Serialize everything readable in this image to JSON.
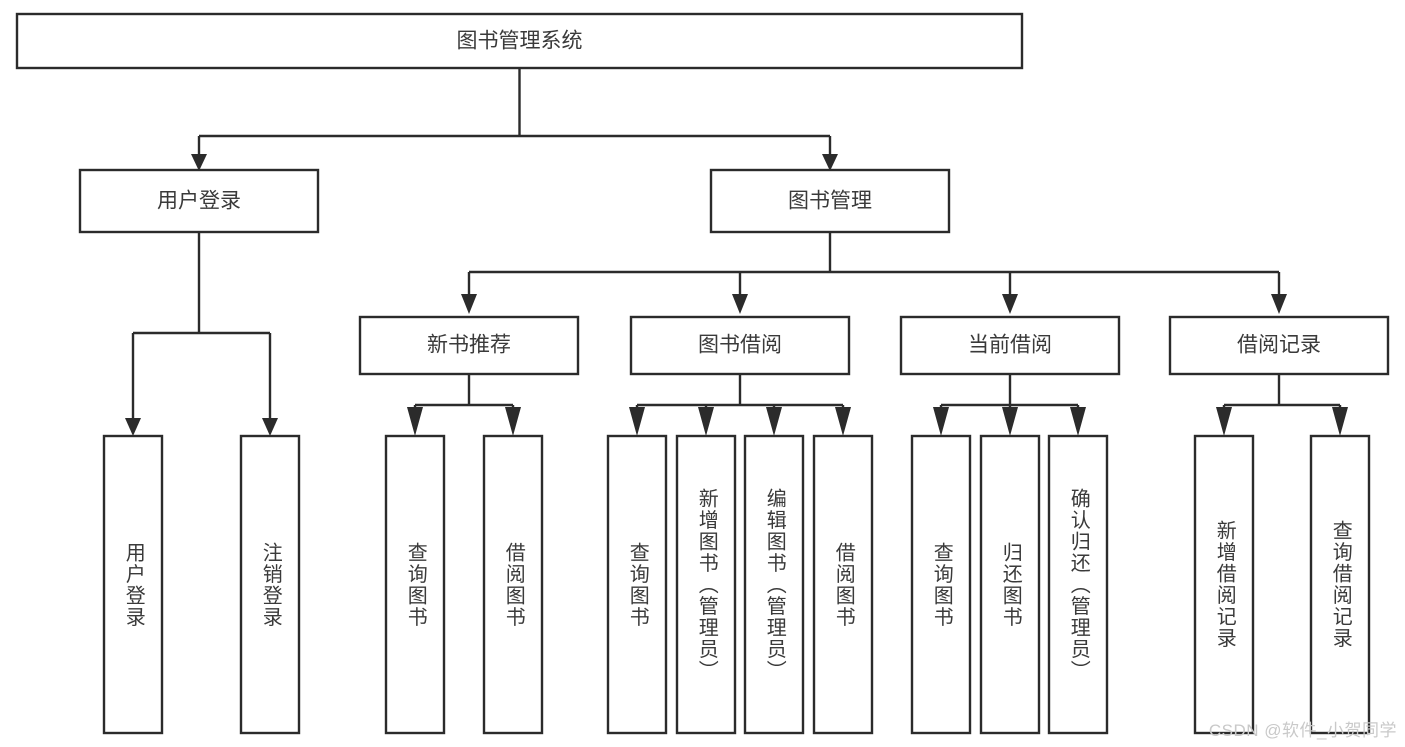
{
  "diagram": {
    "title": "图书管理系统",
    "type": "tree-hierarchy-diagram",
    "colors": {
      "box_border": "#2b2b2b",
      "box_fill": "#ffffff",
      "text": "#3a3a3a",
      "connector": "#2b2b2b",
      "watermark": "#c9c9c9",
      "background": "#ffffff"
    },
    "root": {
      "label": "图书管理系统"
    },
    "level2": [
      {
        "label": "用户登录"
      },
      {
        "label": "图书管理"
      }
    ],
    "level3": [
      {
        "label": "新书推荐"
      },
      {
        "label": "图书借阅"
      },
      {
        "label": "当前借阅"
      },
      {
        "label": "借阅记录"
      }
    ],
    "leaves": {
      "user_login": [
        {
          "label": "用户登录"
        },
        {
          "label": "注销登录"
        }
      ],
      "new_book_recommend": [
        {
          "label": "查询图书"
        },
        {
          "label": "借阅图书"
        }
      ],
      "book_borrow": [
        {
          "label": "查询图书"
        },
        {
          "label": "新增图书（管理员）"
        },
        {
          "label": "编辑图书（管理员）"
        },
        {
          "label": "借阅图书"
        }
      ],
      "current_borrow": [
        {
          "label": "查询图书"
        },
        {
          "label": "归还图书"
        },
        {
          "label": "确认归还（管理员）"
        }
      ],
      "borrow_record": [
        {
          "label": "新增借阅记录"
        },
        {
          "label": "查询借阅记录"
        }
      ]
    }
  },
  "watermark": {
    "text": "CSDN @软件_小贺同学"
  }
}
